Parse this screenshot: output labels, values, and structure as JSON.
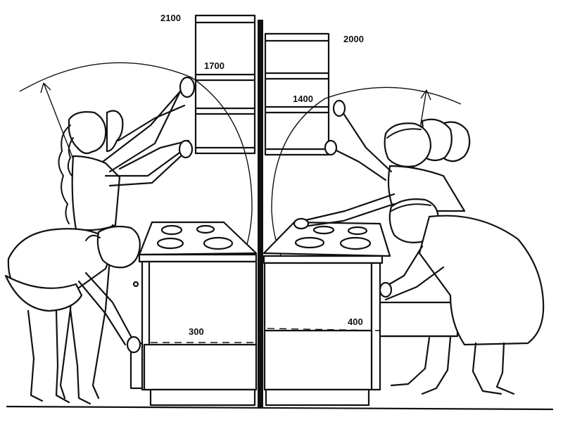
{
  "labels": {
    "left_cabinet_top": "2100",
    "left_shelf": "1700",
    "right_cabinet_top": "2000",
    "right_shelf": "1400",
    "left_reach_depth": "300",
    "right_reach_depth": "400"
  },
  "colors": {
    "ink": "#111111",
    "paper": "#ffffff"
  }
}
